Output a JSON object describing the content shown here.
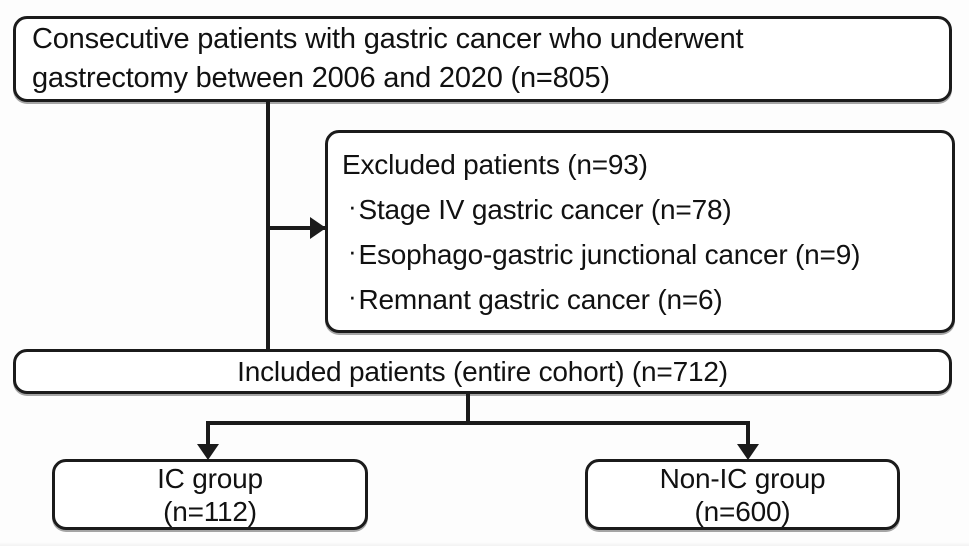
{
  "diagram": {
    "type": "patient-flow-chart",
    "title": "",
    "nodes": {
      "source": {
        "line1": "Consecutive patients with gastric cancer who underwent",
        "line2": "gastrectomy between 2006 and 2020 (n=805)",
        "n": 805
      },
      "excluded": {
        "heading": "Excluded patients (n=93)",
        "n": 93,
        "items": [
          {
            "bullet": "·",
            "label": "Stage IV gastric cancer (n=78)",
            "n": 78
          },
          {
            "bullet": "·",
            "label": "Esophago-gastric junctional cancer (n=9)",
            "n": 9
          },
          {
            "bullet": "·",
            "label": "Remnant gastric cancer (n=6)",
            "n": 6
          }
        ]
      },
      "included": {
        "label": "Included patients (entire cohort) (n=712)",
        "n": 712
      },
      "ic_group": {
        "line1": "IC group",
        "line2": "(n=112)",
        "n": 112
      },
      "non_ic_group": {
        "line1": "Non-IC group",
        "line2": "(n=600)",
        "n": 600
      }
    },
    "edges": [
      {
        "name": "source-to-excluded",
        "from": "source",
        "to": "excluded",
        "arrow": "right"
      },
      {
        "name": "source-to-included",
        "from": "source",
        "to": "included",
        "arrow": "none"
      },
      {
        "name": "included-to-ic",
        "from": "included",
        "to": "ic_group",
        "arrow": "down"
      },
      {
        "name": "included-to-non-ic",
        "from": "included",
        "to": "non_ic_group",
        "arrow": "down"
      }
    ],
    "colors": {
      "stroke": "#1b1b1b",
      "fill": "#ffffff",
      "background": "#fdfdfd",
      "text": "#111111"
    }
  }
}
